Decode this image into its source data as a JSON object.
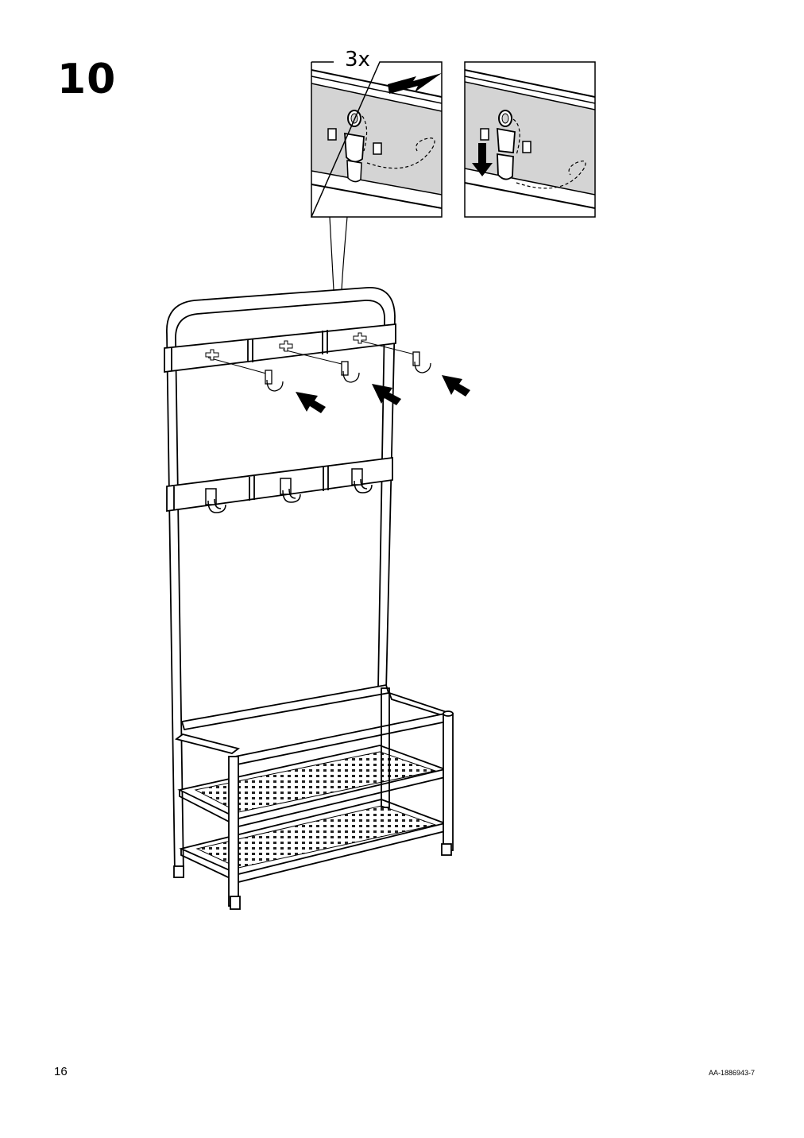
{
  "step": {
    "number": "10"
  },
  "detail": {
    "quantity": "3x"
  },
  "footer": {
    "page_number": "16",
    "document_code": "AA-1886943-7"
  }
}
